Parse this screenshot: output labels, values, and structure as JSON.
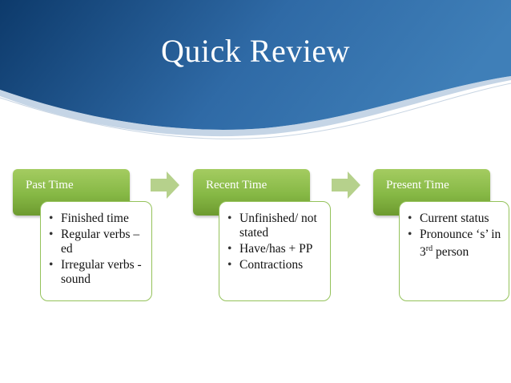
{
  "slide": {
    "title": "Quick Review"
  },
  "colors": {
    "banner_dark": "#0d3a6b",
    "banner_light": "#3f7fb8",
    "accent_green": "#86b845",
    "arrow_green": "#b6d18c"
  },
  "stages": [
    {
      "header": "Past Time",
      "bullets": [
        "Finished time",
        "Regular verbs – ed",
        "Irregular verbs - sound"
      ]
    },
    {
      "header": "Recent Time",
      "bullets": [
        "Unfinished/ not stated",
        "Have/has + PP",
        "Contractions"
      ]
    },
    {
      "header": "Present Time",
      "bullets": [
        "Current status",
        "Pronounce ‘s’ in 3",
        "rd",
        " person"
      ]
    }
  ]
}
